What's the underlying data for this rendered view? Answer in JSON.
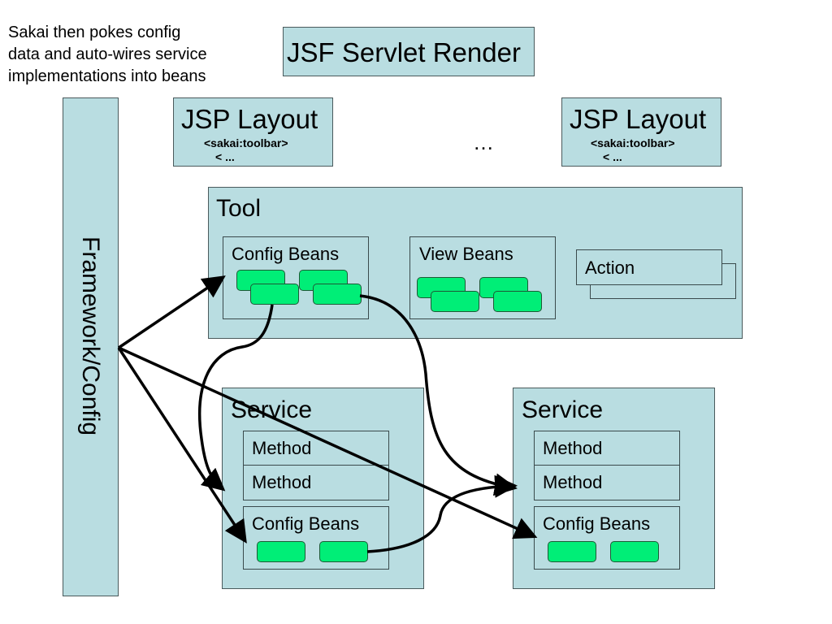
{
  "note": {
    "lines": [
      "Sakai then pokes config",
      "data and auto-wires service",
      "implementations into beans"
    ]
  },
  "jsf": {
    "title": "JSF Servlet Render"
  },
  "jsp_layouts": [
    {
      "title": "JSP Layout",
      "tag": "<sakai:toolbar>",
      "more": "< ..."
    },
    {
      "title": "JSP Layout",
      "tag": "<sakai:toolbar>",
      "more": "< ..."
    }
  ],
  "ellipsis": "…",
  "framework": {
    "label": "Framework/Config"
  },
  "tool": {
    "title": "Tool",
    "config_beans": {
      "label": "Config Beans",
      "bean_count": 4
    },
    "view_beans": {
      "label": "View Beans",
      "bean_count": 4
    },
    "actions": [
      "Action",
      "Action"
    ]
  },
  "services": [
    {
      "title": "Service",
      "methods": [
        "Method",
        "Method"
      ],
      "config_beans": {
        "label": "Config Beans",
        "bean_count": 2
      }
    },
    {
      "title": "Service",
      "methods": [
        "Method",
        "Method"
      ],
      "config_beans": {
        "label": "Config Beans",
        "bean_count": 2
      }
    }
  ],
  "colors": {
    "box_fill": "#b9dde1",
    "bean_fill": "#00ee77",
    "arrow": "#000000"
  }
}
